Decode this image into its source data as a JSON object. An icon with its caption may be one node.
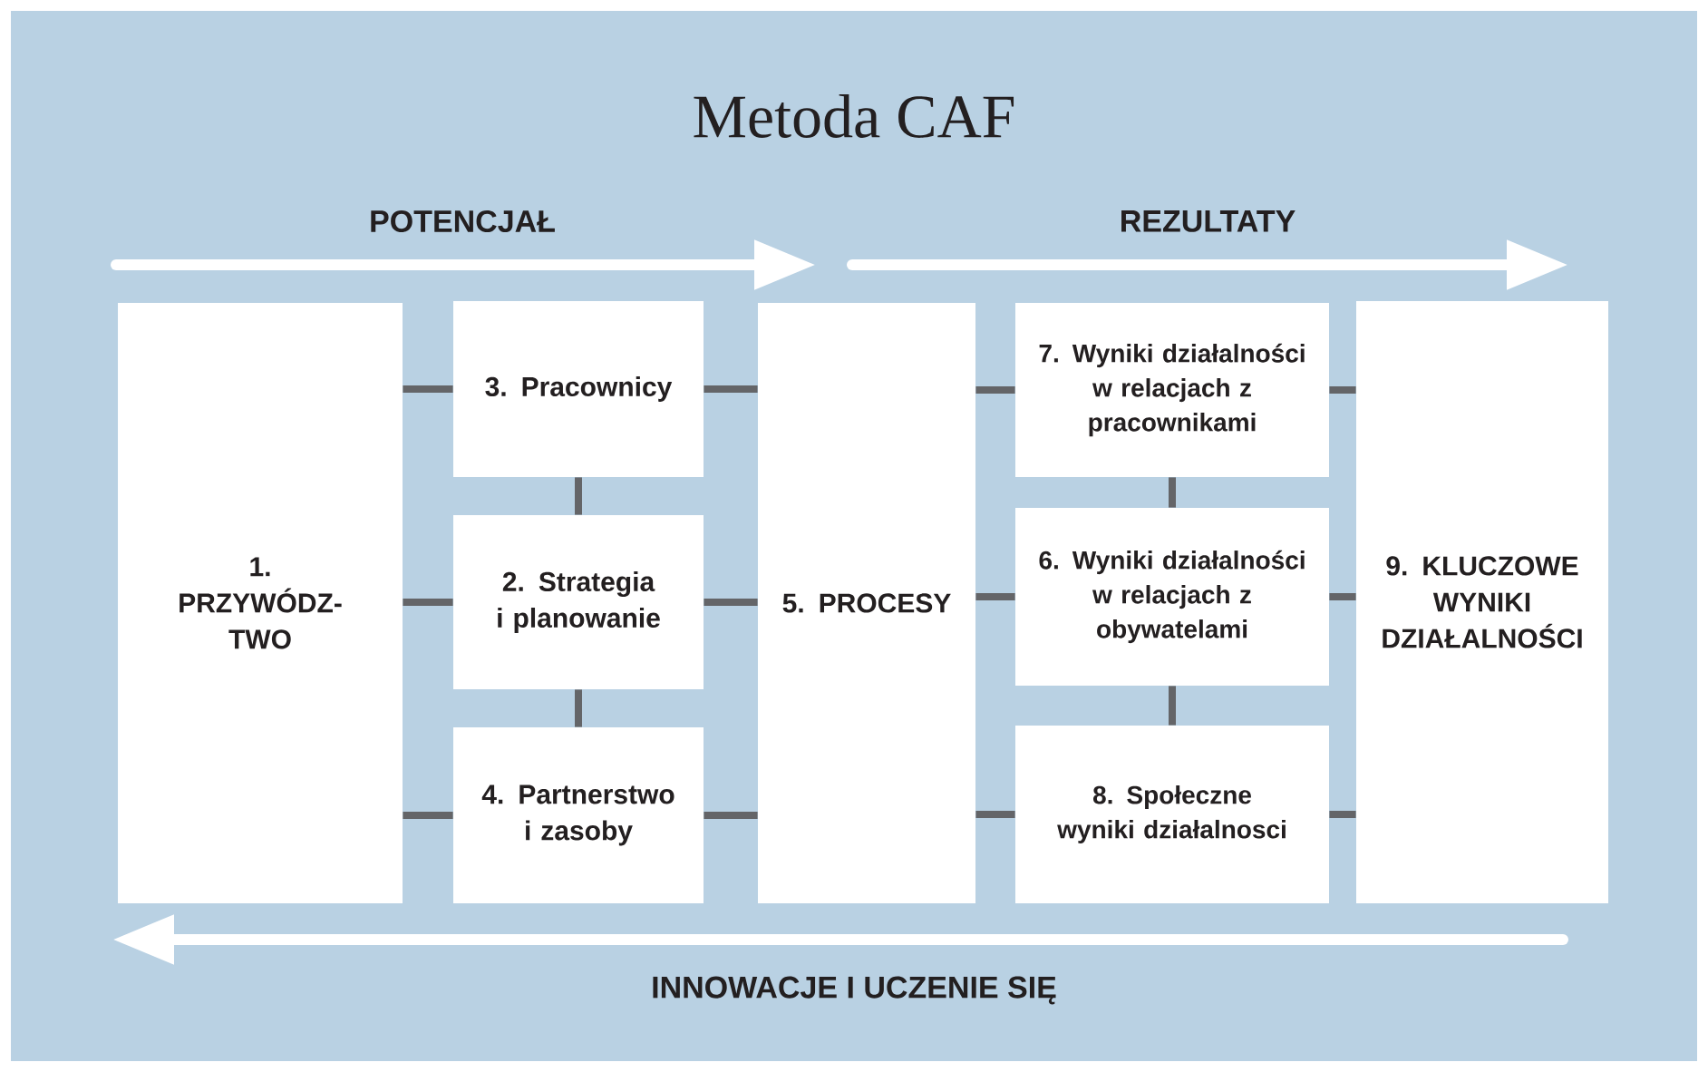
{
  "diagram": {
    "title": "Metoda CAF",
    "nodes": [
      {
        "text": [
          "1. PRZYWÓDZ- TWO"
        ]
      },
      {
        "text": [
          "3. Pracownicy"
        ]
      },
      {
        "text": [
          "2. Strategia i planowanie"
        ]
      },
      {
        "text": [
          "4. Partnerstwo i zasoby"
        ]
      },
      {
        "text": [
          "5. PROCESY"
        ]
      },
      {
        "text": [
          "7. Wyniki działalności w relacjach z pracownikami"
        ]
      },
      {
        "text": [
          "6. Wyniki działalności w relacjach z obywatelami"
        ]
      },
      {
        "text": [
          "8. Społeczne wyniki działalnosci"
        ]
      },
      {
        "text": [
          "9. KLUCZOWE WYNIKI DZIAŁALNOŚCI"
        ]
      }
    ],
    "edges": [
      {
        "from": 0,
        "to": 1,
        "arrow": "none"
      },
      {
        "from": 0,
        "to": 2,
        "arrow": "none"
      },
      {
        "from": 0,
        "to": 3,
        "arrow": "none"
      },
      {
        "from": 1,
        "to": 2,
        "arrow": "none"
      },
      {
        "from": 2,
        "to": 3,
        "arrow": "none"
      },
      {
        "from": 1,
        "to": 4,
        "arrow": "none"
      },
      {
        "from": 2,
        "to": 4,
        "arrow": "none"
      },
      {
        "from": 3,
        "to": 4,
        "arrow": "none"
      },
      {
        "from": 4,
        "to": 5,
        "arrow": "none"
      },
      {
        "from": 4,
        "to": 6,
        "arrow": "none"
      },
      {
        "from": 4,
        "to": 7,
        "arrow": "none"
      },
      {
        "from": 5,
        "to": 6,
        "arrow": "none"
      },
      {
        "from": 6,
        "to": 7,
        "arrow": "none"
      },
      {
        "from": 5,
        "to": 8,
        "arrow": "none"
      },
      {
        "from": 6,
        "to": 8,
        "arrow": "none"
      },
      {
        "from": 7,
        "to": 8,
        "arrow": "none"
      }
    ],
    "labels": [
      "POTENCJAŁ",
      "REZULTATY",
      "INNOWACJE I UCZENIE SIĘ"
    ]
  }
}
